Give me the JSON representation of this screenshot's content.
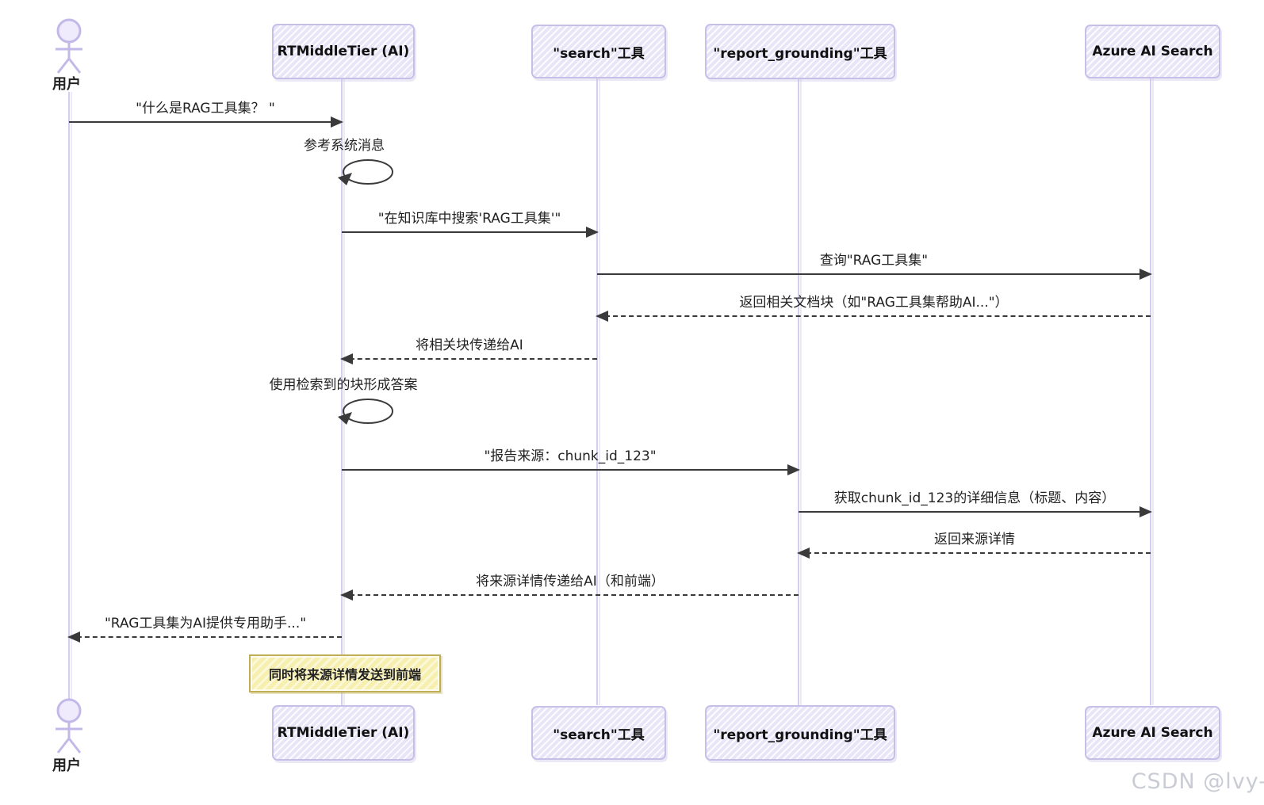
{
  "participants": [
    {
      "label": "用户",
      "type": "actor"
    },
    {
      "label": "RTMiddleTier (AI)",
      "type": "participant"
    },
    {
      "label": "\"search\"工具",
      "type": "participant"
    },
    {
      "label": "\"report_grounding\"工具",
      "type": "participant"
    },
    {
      "label": "Azure AI Search",
      "type": "participant"
    }
  ],
  "messages": [
    {
      "from": "用户",
      "to": "RTMiddleTier (AI)",
      "text": "\"什么是RAG工具集？ \"",
      "line": "solid"
    },
    {
      "from": "RTMiddleTier (AI)",
      "to": "RTMiddleTier (AI)",
      "text": "参考系统消息",
      "line": "self"
    },
    {
      "from": "RTMiddleTier (AI)",
      "to": "\"search\"工具",
      "text": "\"在知识库中搜索'RAG工具集'\"",
      "line": "solid"
    },
    {
      "from": "\"search\"工具",
      "to": "Azure AI Search",
      "text": "查询\"RAG工具集\"",
      "line": "solid"
    },
    {
      "from": "Azure AI Search",
      "to": "\"search\"工具",
      "text": "返回相关文档块（如\"RAG工具集帮助AI...\"）",
      "line": "dashed"
    },
    {
      "from": "\"search\"工具",
      "to": "RTMiddleTier (AI)",
      "text": "将相关块传递给AI",
      "line": "dashed"
    },
    {
      "from": "RTMiddleTier (AI)",
      "to": "RTMiddleTier (AI)",
      "text": "使用检索到的块形成答案",
      "line": "self"
    },
    {
      "from": "RTMiddleTier (AI)",
      "to": "\"report_grounding\"工具",
      "text": "\"报告来源：chunk_id_123\"",
      "line": "solid"
    },
    {
      "from": "\"report_grounding\"工具",
      "to": "Azure AI Search",
      "text": "获取chunk_id_123的详细信息（标题、内容）",
      "line": "solid"
    },
    {
      "from": "Azure AI Search",
      "to": "\"report_grounding\"工具",
      "text": "返回来源详情",
      "line": "dashed"
    },
    {
      "from": "\"report_grounding\"工具",
      "to": "RTMiddleTier (AI)",
      "text": "将来源详情传递给AI（和前端）",
      "line": "dashed"
    },
    {
      "from": "RTMiddleTier (AI)",
      "to": "用户",
      "text": "\"RAG工具集为AI提供专用助手...\"",
      "line": "dashed"
    }
  ],
  "note": {
    "text": "同时将来源详情发送到前端",
    "attached_to": "RTMiddleTier (AI)"
  },
  "watermark": "CSDN @lvy-",
  "colors": {
    "lifeline": "#d6cef1",
    "participant_fill": "#e9e5f8",
    "participant_border": "#c8bfe9",
    "arrow": "#3a3a3a",
    "note_fill": "#f6efad",
    "note_border": "#bfae54",
    "watermark": "#c9ccd4"
  }
}
